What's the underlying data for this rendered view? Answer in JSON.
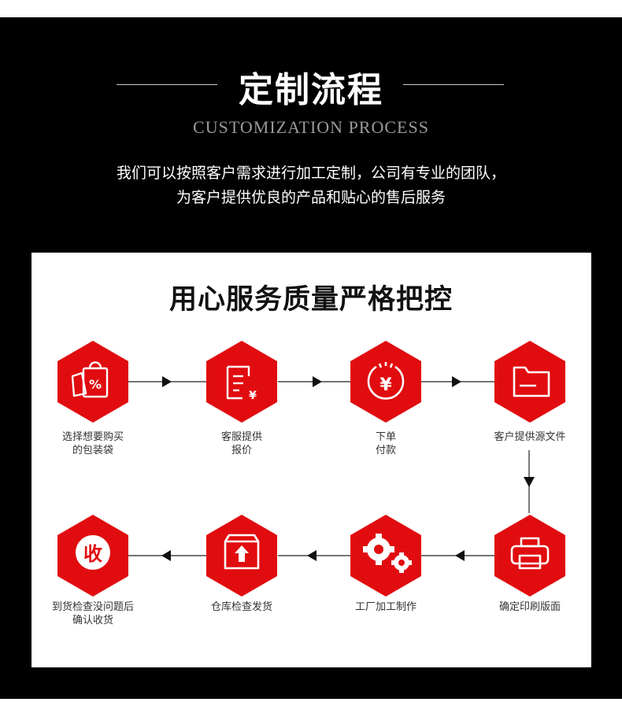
{
  "header": {
    "title": "定制流程",
    "subtitle": "CUSTOMIZATION PROCESS",
    "description_line1": "我们可以按照客户需求进行加工定制，公司有专业的团队，",
    "description_line2": "为客户提供优良的产品和贴心的售后服务"
  },
  "card": {
    "title": "用心服务质量严格把控"
  },
  "colors": {
    "accent": "#E10C0F",
    "background": "#000000",
    "card": "#FFFFFF"
  },
  "steps": [
    {
      "icon": "shopping-bag-icon",
      "line1": "选择想要购买",
      "line2": "的包装袋"
    },
    {
      "icon": "quote-document-icon",
      "line1": "客服提供",
      "line2": "报价"
    },
    {
      "icon": "yen-payment-icon",
      "line1": "下单",
      "line2": "付款"
    },
    {
      "icon": "folder-icon",
      "line1": "客户提供源文件",
      "line2": ""
    },
    {
      "icon": "printer-icon",
      "line1": "确定印刷版面",
      "line2": ""
    },
    {
      "icon": "gears-icon",
      "line1": "工厂加工制作",
      "line2": ""
    },
    {
      "icon": "box-upload-icon",
      "line1": "仓库检查发货",
      "line2": ""
    },
    {
      "icon": "receipt-stamp-icon",
      "line1": "到货检查没问题后",
      "line2": "确认收货",
      "stamp_text": "收"
    }
  ]
}
